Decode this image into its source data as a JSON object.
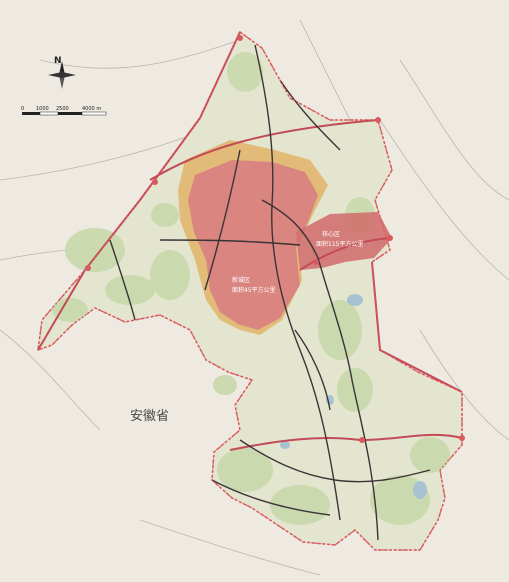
{
  "compass": {
    "north_label": "N"
  },
  "scale_bar": {
    "ticks": [
      "0",
      "1000",
      "2500",
      "4000 m"
    ]
  },
  "labels": {
    "province": "安徽省",
    "core_zone": "核心区",
    "core_area": "面积115平方公里",
    "new_zone": "新城区",
    "new_area": "面积45平方公里"
  },
  "colors": {
    "background": "#eeeae1",
    "district_fill": "#e3e5cf",
    "green_space": "#c9d9ad",
    "core_zone": "#d9807f",
    "new_zone": "#d2706f",
    "buffer_zone": "#e1b467",
    "boundary": "#d85a5e",
    "expressway": "#c34b57",
    "road": "#3a3436",
    "water": "#a7c3d3"
  }
}
